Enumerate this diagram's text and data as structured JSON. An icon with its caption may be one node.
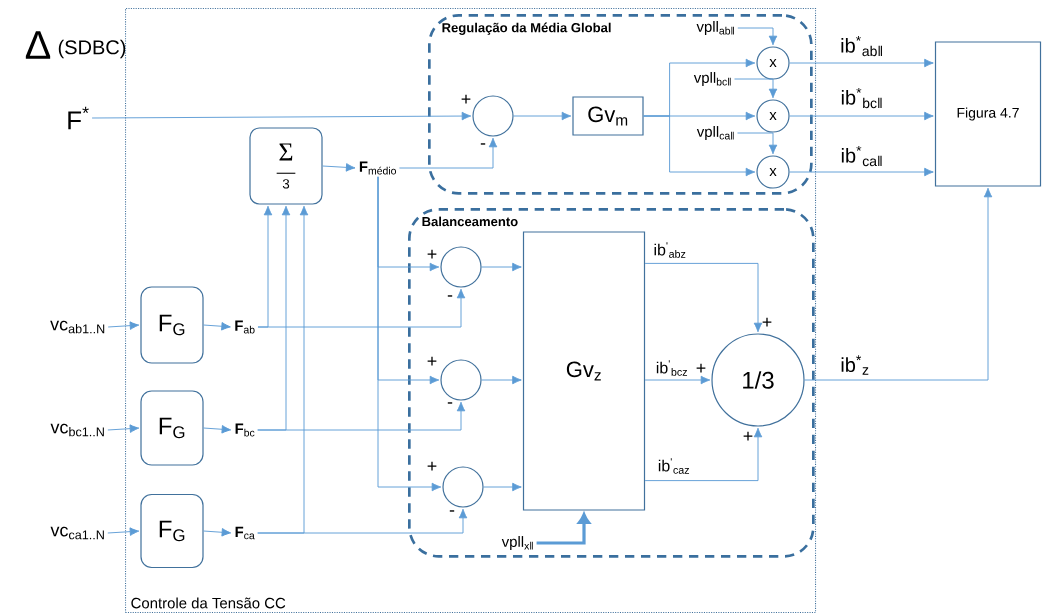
{
  "diagram": {
    "nodes": [
      {
        "text": [
          "Controle da Tensão CC"
        ]
      },
      {
        "text": [
          "Regulação da Média Global"
        ],
        "in": 0
      },
      {
        "text": [],
        "shape": "circle",
        "in": 1
      },
      {
        "text": [
          "Gv$_{m}$"
        ],
        "in": 1
      },
      {
        "text": [
          "x"
        ],
        "in": 1
      },
      {
        "text": [
          "x"
        ],
        "in": 1
      },
      {
        "text": [
          "x"
        ],
        "in": 1
      },
      {
        "text": [
          "Σ",
          "3"
        ],
        "in": 0
      },
      {
        "text": [
          "Balanceamento"
        ],
        "in": 0
      },
      {
        "text": [],
        "shape": "circle",
        "in": 8
      },
      {
        "text": [],
        "shape": "circle",
        "in": 8
      },
      {
        "text": [],
        "shape": "circle",
        "in": 8
      },
      {
        "text": [
          "Gv$_{z}$"
        ],
        "in": 8
      },
      {
        "text": [
          "1/3"
        ],
        "in": 8
      },
      {
        "text": [
          "F$_{G}$"
        ],
        "in": 0
      },
      {
        "text": [
          "F$_{G}$"
        ],
        "in": 0
      },
      {
        "text": [
          "F$_{G}$"
        ],
        "in": 0
      },
      {
        "text": [
          "Figura 4.7"
        ]
      },
      {
        "text": [
          "F$^{*}$"
        ]
      },
      {
        "text": [
          "**F**$_{médio}$"
        ],
        "in": 0
      },
      {
        "text": [
          "vc$_{ab1..N}$"
        ]
      },
      {
        "text": [
          "vc$_{bc1..N}$"
        ]
      },
      {
        "text": [
          "vc$_{ca1..N}$"
        ]
      },
      {
        "text": [
          "**F**$_{ab}$"
        ],
        "in": 0
      },
      {
        "text": [
          "**F**$_{bc}$"
        ],
        "in": 0
      },
      {
        "text": [
          "**F**$_{ca}$"
        ],
        "in": 0
      },
      {
        "text": [
          "vpll$_{ab‖}$"
        ],
        "in": 1
      },
      {
        "text": [
          "vpll$_{bc‖}$"
        ],
        "in": 1
      },
      {
        "text": [
          "vpll$_{ca‖}$"
        ],
        "in": 1
      },
      {
        "text": [
          "vpll$_{x‖}$"
        ],
        "in": 8
      }
    ],
    "edges": [
      {
        "from": 18,
        "to": 2,
        "arrow": "to"
      },
      {
        "from": 2,
        "to": 3,
        "arrow": "to"
      },
      {
        "from": 3,
        "to": 4,
        "arrow": "to"
      },
      {
        "from": 3,
        "to": 5,
        "arrow": "to"
      },
      {
        "from": 3,
        "to": 6,
        "arrow": "to"
      },
      {
        "from": 26,
        "to": 4,
        "arrow": "to"
      },
      {
        "from": 27,
        "to": 5,
        "arrow": "to"
      },
      {
        "from": 28,
        "to": 6,
        "arrow": "to"
      },
      {
        "from": 4,
        "to": 17,
        "arrow": "to",
        "label": "ib$^{*}$$_{ab‖}$"
      },
      {
        "from": 5,
        "to": 17,
        "arrow": "to",
        "label": "ib$^{*}$$_{bc‖}$"
      },
      {
        "from": 6,
        "to": 17,
        "arrow": "to",
        "label": "ib$^{*}$$_{ca‖}$"
      },
      {
        "from": 7,
        "to": 19,
        "arrow": "to"
      },
      {
        "from": 19,
        "to": 2,
        "arrow": "to"
      },
      {
        "from": 19,
        "to": 9,
        "arrow": "to"
      },
      {
        "from": 19,
        "to": 10,
        "arrow": "to"
      },
      {
        "from": 19,
        "to": 11,
        "arrow": "to"
      },
      {
        "from": 20,
        "to": 14,
        "arrow": "to"
      },
      {
        "from": 21,
        "to": 15,
        "arrow": "to"
      },
      {
        "from": 22,
        "to": 16,
        "arrow": "to"
      },
      {
        "from": 14,
        "to": 23,
        "arrow": "to"
      },
      {
        "from": 15,
        "to": 24,
        "arrow": "to"
      },
      {
        "from": 16,
        "to": 25,
        "arrow": "to"
      },
      {
        "from": 23,
        "to": 7,
        "arrow": "to"
      },
      {
        "from": 24,
        "to": 7,
        "arrow": "to"
      },
      {
        "from": 25,
        "to": 7,
        "arrow": "to"
      },
      {
        "from": 23,
        "to": 9,
        "arrow": "to"
      },
      {
        "from": 24,
        "to": 10,
        "arrow": "to"
      },
      {
        "from": 25,
        "to": 11,
        "arrow": "to"
      },
      {
        "from": 9,
        "to": 12,
        "arrow": "to"
      },
      {
        "from": 10,
        "to": 12,
        "arrow": "to"
      },
      {
        "from": 11,
        "to": 12,
        "arrow": "to"
      },
      {
        "from": 12,
        "to": 13,
        "arrow": "to",
        "label": "ib$^{'}$$_{abz}$"
      },
      {
        "from": 12,
        "to": 13,
        "arrow": "to",
        "label": "ib$^{'}$$_{bcz}$"
      },
      {
        "from": 12,
        "to": 13,
        "arrow": "to",
        "label": "ib$^{'}$$_{caz}$"
      },
      {
        "from": 29,
        "to": 12,
        "arrow": "to",
        "style": "thick"
      },
      {
        "from": 13,
        "to": 17,
        "arrow": "to",
        "label": "ib$^{*}$$_{z}$"
      }
    ],
    "labels": [
      "Δ",
      "(SDBC)",
      "+",
      "-",
      "+",
      "-",
      "+",
      "+",
      "+",
      "-",
      "+",
      "+",
      "-"
    ]
  }
}
